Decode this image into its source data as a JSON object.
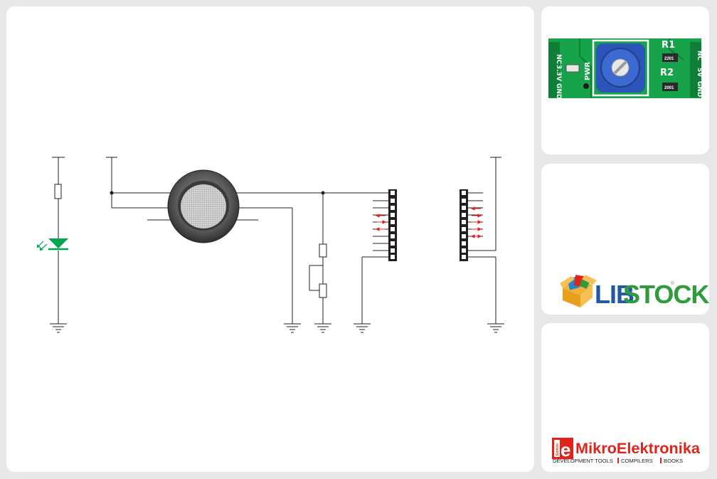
{
  "board": {
    "pin_labels_left": [
      "NC",
      "3.3V",
      "GND"
    ],
    "pin_labels_right": [
      "NC",
      "5V",
      "GND"
    ],
    "pwr_label": "PWR",
    "r1_label": "R1",
    "r2_label": "R2",
    "r1_code": "2201",
    "r2_code": "2001"
  },
  "libstock": {
    "logo_text_part1": "LIB",
    "logo_text_part2": "STOCK",
    "trademark": "®"
  },
  "mikro": {
    "logo_letter": "e",
    "logo_side_text": "Emicro",
    "brand_name": "MikroElektronika",
    "tagline_items": [
      "DEVELOPMENT TOOLS",
      "COMPILERS",
      "BOOKS"
    ]
  },
  "colors": {
    "background": "#e6e7e8",
    "panel": "#ffffff",
    "wire": "#231f20",
    "led": "#00a651",
    "arrow": "#ed1c24",
    "pcb_green": "#16a34a",
    "pot_blue": "#2b55b8",
    "libstock_blue": "#1e5aa8",
    "libstock_green": "#2e9c3a",
    "mikro_red": "#e2231a"
  }
}
